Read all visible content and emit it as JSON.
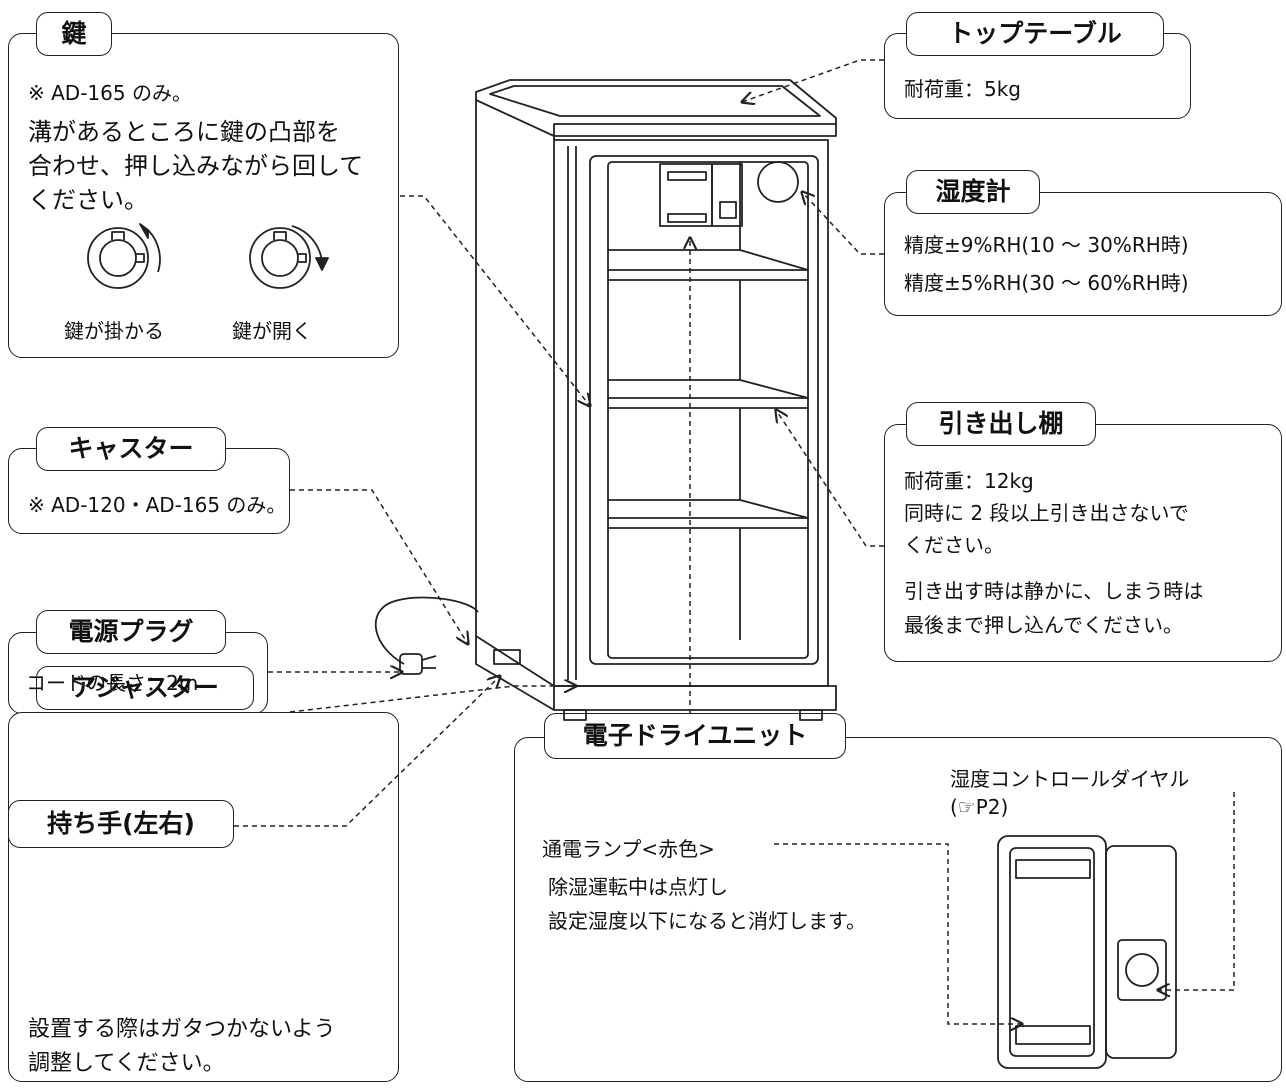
{
  "key": {
    "title": "鍵",
    "note": "※ AD-165 のみ。",
    "desc_line1": "溝があるところに鍵の凸部を",
    "desc_line2": "合わせ、押し込みながら回して",
    "desc_line3": "ください。",
    "lock_label": "鍵が掛かる",
    "unlock_label": "鍵が開く"
  },
  "caster": {
    "title": "キャスター",
    "note": "※ AD-120・AD-165 のみ。"
  },
  "plug": {
    "title": "電源プラグ",
    "cord": "コードの長さ：2m"
  },
  "handle": {
    "title": "持ち手(左右)"
  },
  "adjuster": {
    "title": "アジャスター",
    "line1": "設置する際はガタつかないよう",
    "line2": "調整してください。"
  },
  "top_table": {
    "title": "トップテーブル",
    "load": "耐荷重：5kg"
  },
  "hygrometer": {
    "title": "湿度計",
    "line1": "精度±9%RH(10 ～ 30%RH時)",
    "line2": "精度±5%RH(30 ～ 60%RH時)"
  },
  "drawer_shelf": {
    "title": "引き出し棚",
    "load": "耐荷重：12kg",
    "line1": "同時に 2 段以上引き出さないで",
    "line2": "ください。",
    "line3": "引き出す時は静かに、しまう時は",
    "line4": "最後まで押し込んでください。"
  },
  "dry_unit": {
    "title": "電子ドライユニット",
    "dial_label": "湿度コントロールダイヤル",
    "dial_ref": "(☞P2)",
    "lamp_label": "通電ランプ<赤色>",
    "lamp_line1": "除湿運転中は点灯し",
    "lamp_line2": "設定湿度以下になると消灯します。"
  }
}
